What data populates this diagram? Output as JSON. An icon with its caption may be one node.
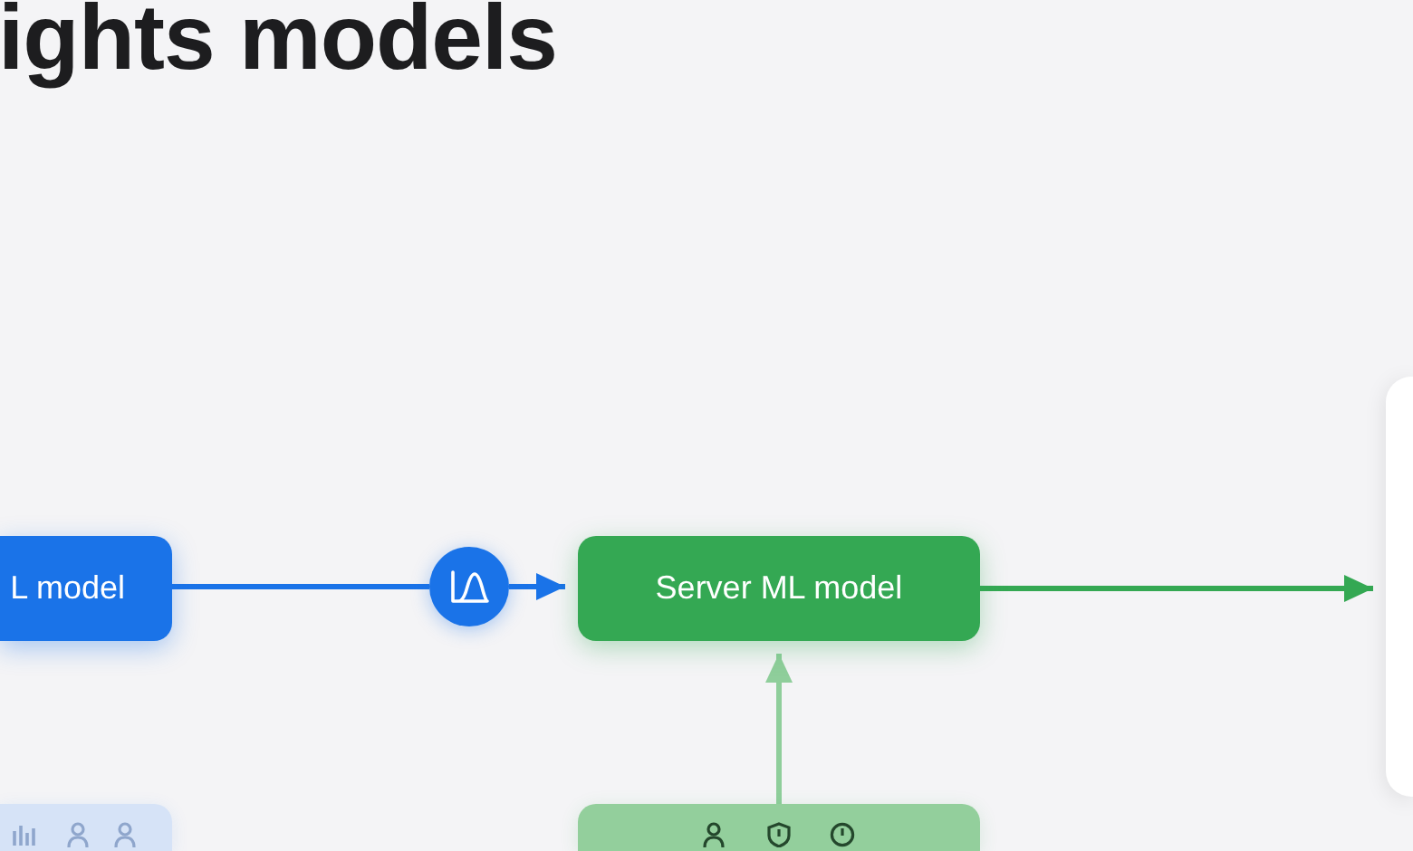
{
  "diagram": {
    "title": "ights models",
    "nodes": [
      {
        "text": [
          "L model"
        ]
      },
      {
        "text": [],
        "shape": "circle"
      },
      {
        "text": [
          "Server ML model"
        ]
      },
      {
        "text": [],
        "shape": "box"
      },
      {
        "text": [],
        "shape": "box"
      },
      {
        "text": [],
        "shape": "box"
      }
    ],
    "edges": [
      {
        "from": 0,
        "to": 1,
        "arrow": "none",
        "color": "#1a73e8"
      },
      {
        "from": 1,
        "to": 2,
        "arrow": "to",
        "color": "#1a73e8"
      },
      {
        "from": 2,
        "to": 3,
        "arrow": "to",
        "color": "#34a853"
      },
      {
        "from": 4,
        "to": 2,
        "arrow": "to",
        "color": "#8fce9b"
      }
    ]
  }
}
